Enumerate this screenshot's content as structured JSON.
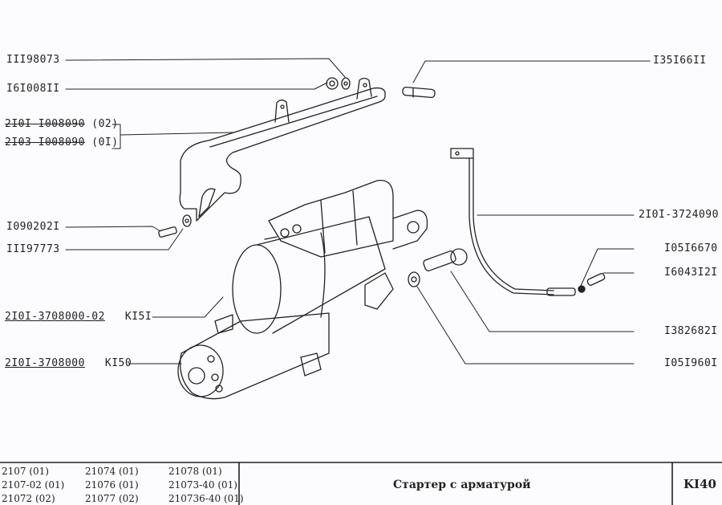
{
  "callouts": {
    "left": [
      {
        "part": "III98073"
      },
      {
        "part": "I6I008II"
      },
      {
        "part": "2I0I-I008090",
        "suffix": "(02)"
      },
      {
        "part": "2I03-I008090",
        "suffix": "(0I)"
      },
      {
        "part": "I090202I"
      },
      {
        "part": "III97773"
      },
      {
        "part": "2I0I-3708000-02",
        "ref": "KI5I"
      },
      {
        "part": "2I0I-3708000",
        "ref": "KI50"
      }
    ],
    "right": [
      {
        "part": "I35I66II"
      },
      {
        "part": "2I0I-3724090"
      },
      {
        "part": "I05I6670"
      },
      {
        "part": "I6043I2I"
      },
      {
        "part": "I382682I"
      },
      {
        "part": "I05I960I"
      }
    ]
  },
  "footer": {
    "models": [
      [
        "2107 (01)",
        "21074 (01)",
        "21078 (01)"
      ],
      [
        "2107-02 (01)",
        "21076 (01)",
        "21073-40 (01)"
      ],
      [
        "21072 (02)",
        "21077 (02)",
        "210736-40 (01)"
      ]
    ],
    "title": "Стартер с арматурой",
    "code": "KI40"
  },
  "colors": {
    "ink": "#222222",
    "paper": "#fcfbfd"
  }
}
